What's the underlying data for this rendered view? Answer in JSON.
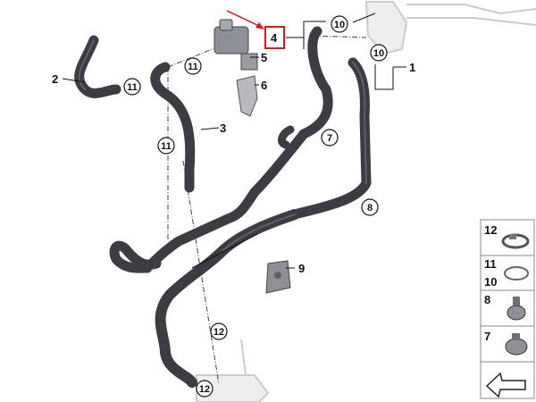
{
  "callouts": {
    "c1": "1",
    "c2": "2",
    "c3": "3",
    "c4": "4",
    "c5": "5",
    "c6": "6",
    "c7": "7",
    "c8": "8",
    "c9": "9",
    "c10a": "10",
    "c10b": "10",
    "c11a": "11",
    "c11b": "11",
    "c11c": "11",
    "c12a": "12",
    "c12b": "12"
  },
  "legend": {
    "items": [
      "12",
      "11",
      "10",
      "8",
      "7"
    ]
  },
  "colors": {
    "hose": "#3b3d42",
    "hose_highlight": "#5c5f66",
    "highlight_box": "#e0141b",
    "arrow": "#e0141b",
    "ghost_part": "#c9cbcf"
  }
}
